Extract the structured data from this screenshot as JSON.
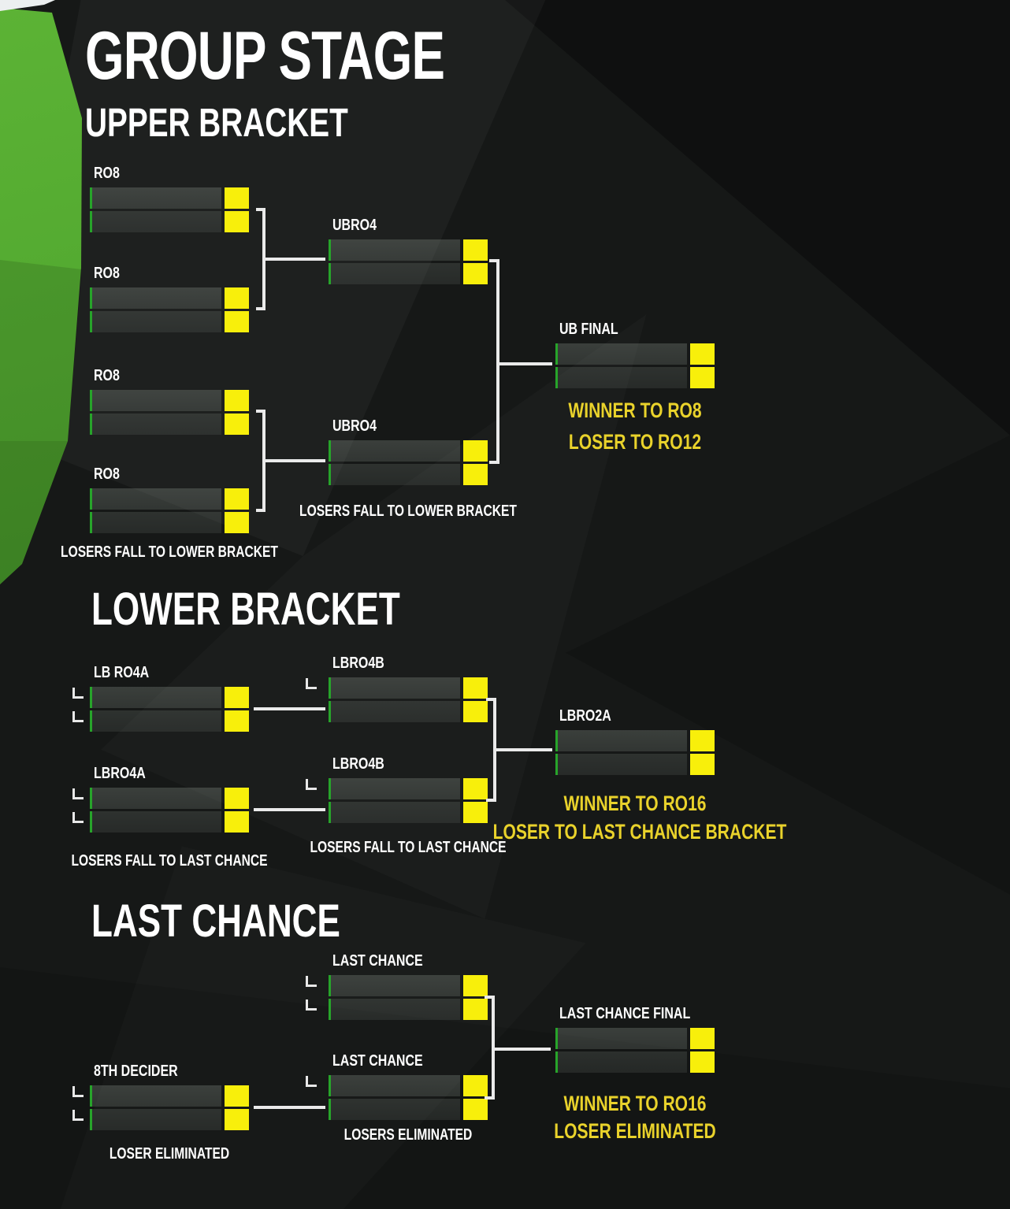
{
  "title": "GROUP STAGE",
  "sections": {
    "upper": {
      "heading": "UPPER BRACKET"
    },
    "lower": {
      "heading": "LOWER BRACKET"
    },
    "last_chance": {
      "heading": "LAST CHANCE"
    }
  },
  "labels": {
    "ro8": "RO8",
    "ubro4": "UBRO4",
    "ub_final": "UB FINAL",
    "lb_ro4a": "LB RO4A",
    "lbro4a": "LBRO4A",
    "lbro4b": "LBRO4B",
    "lbro2a": "LBRO2A",
    "last_chance": "LAST CHANCE",
    "last_chance_final": "LAST CHANCE FINAL",
    "eighth_decider": "8TH DECIDER"
  },
  "captions": {
    "ub_left": "LOSERS FALL TO LOWER BRACKET",
    "ub_mid": "LOSERS FALL TO LOWER BRACKET",
    "lb_left": "LOSERS FALL TO LAST CHANCE",
    "lb_mid": "LOSERS FALL TO LAST CHANCE",
    "lc_left": "LOSER ELIMINATED",
    "lc_mid": "LOSERS ELIMINATED"
  },
  "advancement": {
    "ub_final": [
      "WINNER TO RO8",
      "LOSER TO RO12"
    ],
    "lbro2a": [
      "WINNER TO RO16",
      "LOSER TO LAST CHANCE BRACKET"
    ],
    "last_chance_final": [
      "WINNER TO RO16",
      "LOSER ELIMINATED"
    ]
  },
  "colors": {
    "background": "#161817",
    "accent_green": "#4aa02c",
    "slot_green_line": "#27a42a",
    "score_yellow": "#f8ef0b",
    "advance_yellow": "#e9d22b",
    "connector_white": "#eaeaea"
  }
}
